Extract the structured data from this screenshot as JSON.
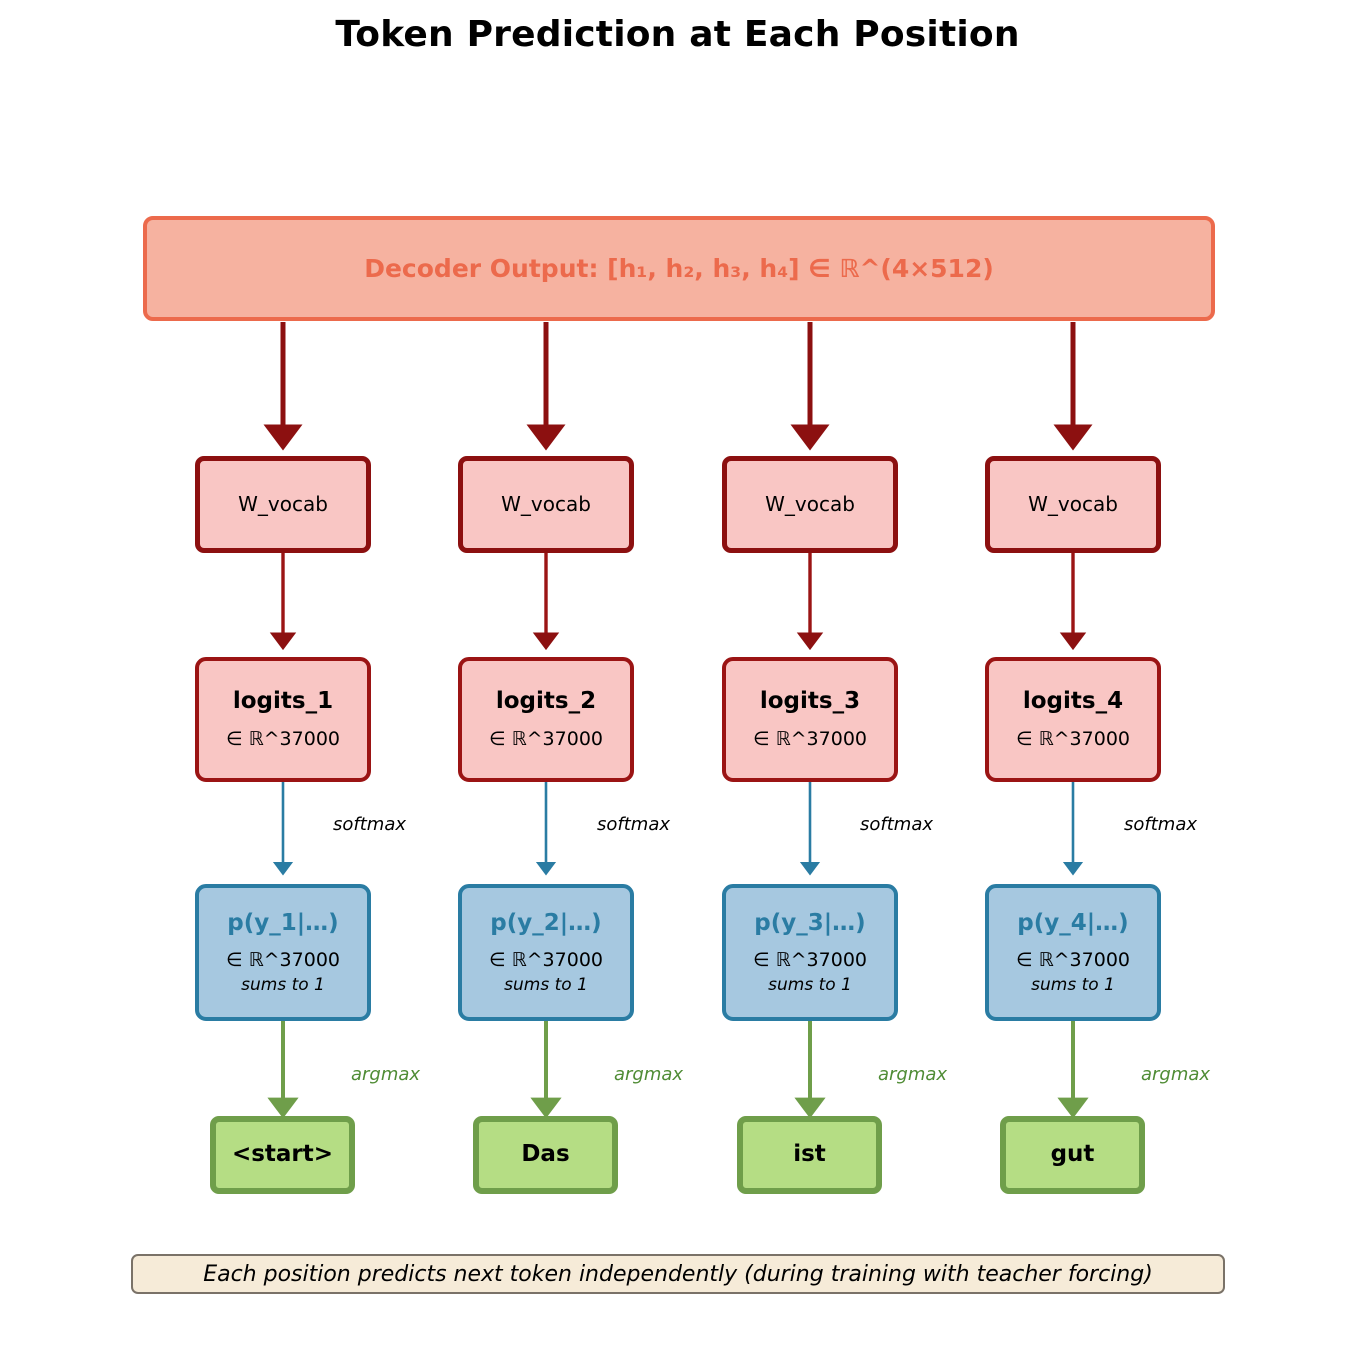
{
  "page": {
    "title": "Token Prediction at Each Position",
    "background": "#ffffff"
  },
  "decoder": {
    "label": "Decoder Output: [h₁, h₂, h₃, h₄] ∈ ℝ^(4×512)",
    "fill": "#f6b2a0",
    "border": "#ec6a4c",
    "text_color": "#ec6a4c"
  },
  "columns": [
    {
      "projection": {
        "label": "W_vocab"
      },
      "logits": {
        "name": "logits_1",
        "shape": "∈ ℝ^37000"
      },
      "probs": {
        "name": "p(y_1|…)",
        "shape": "∈ ℝ^37000",
        "note": "sums to 1"
      },
      "token": {
        "label": "<start>"
      },
      "softmax_label": "softmax",
      "argmax_label": "argmax"
    },
    {
      "projection": {
        "label": "W_vocab"
      },
      "logits": {
        "name": "logits_2",
        "shape": "∈ ℝ^37000"
      },
      "probs": {
        "name": "p(y_2|…)",
        "shape": "∈ ℝ^37000",
        "note": "sums to 1"
      },
      "token": {
        "label": "Das"
      },
      "softmax_label": "softmax",
      "argmax_label": "argmax"
    },
    {
      "projection": {
        "label": "W_vocab"
      },
      "logits": {
        "name": "logits_3",
        "shape": "∈ ℝ^37000"
      },
      "probs": {
        "name": "p(y_3|…)",
        "shape": "∈ ℝ^37000",
        "note": "sums to 1"
      },
      "token": {
        "label": "ist"
      },
      "softmax_label": "softmax",
      "argmax_label": "argmax"
    },
    {
      "projection": {
        "label": "W_vocab"
      },
      "logits": {
        "name": "logits_4",
        "shape": "∈ ℝ^37000"
      },
      "probs": {
        "name": "p(y_4|…)",
        "shape": "∈ ℝ^37000",
        "note": "sums to 1"
      },
      "token": {
        "label": "gut"
      },
      "softmax_label": "softmax",
      "argmax_label": "argmax"
    }
  ],
  "palette": {
    "arrow_darkred": "#8c1010",
    "arrow_blue": "#2a7ca3",
    "arrow_green": "#6f9e4a",
    "box_pink_fill": "#f9c6c4",
    "box_pink_border": "#8c1010",
    "box_blue_fill": "#a6c8e0",
    "box_blue_border": "#2a7ca3",
    "box_green_fill": "#b5dd84",
    "box_green_border": "#6f9e4a",
    "note_fill": "#f6ebd8",
    "note_border": "#7a7268"
  },
  "footer": {
    "note": "Each position predicts next token independently (during training with teacher forcing)"
  }
}
